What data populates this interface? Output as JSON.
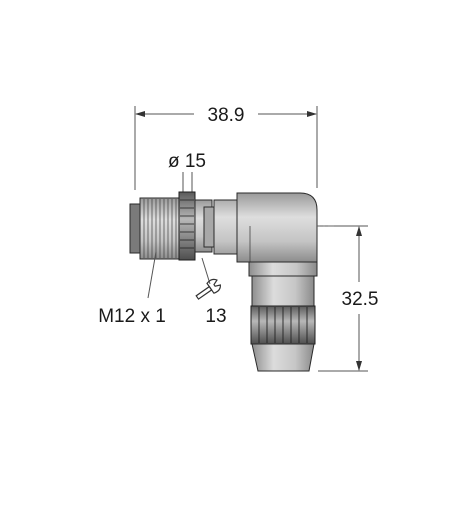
{
  "drawing": {
    "overall_length": "38.9",
    "nut_diameter": "ø 15",
    "thread_size": "M12 x 1",
    "wrench_size": "13",
    "height": "32.5"
  },
  "icons": {
    "wrench": "wrench-icon"
  },
  "colors": {
    "body_gray": "#bdbdbd",
    "outline": "#2a2a2a",
    "dimension_line": "#555555",
    "background": "#ffffff"
  }
}
